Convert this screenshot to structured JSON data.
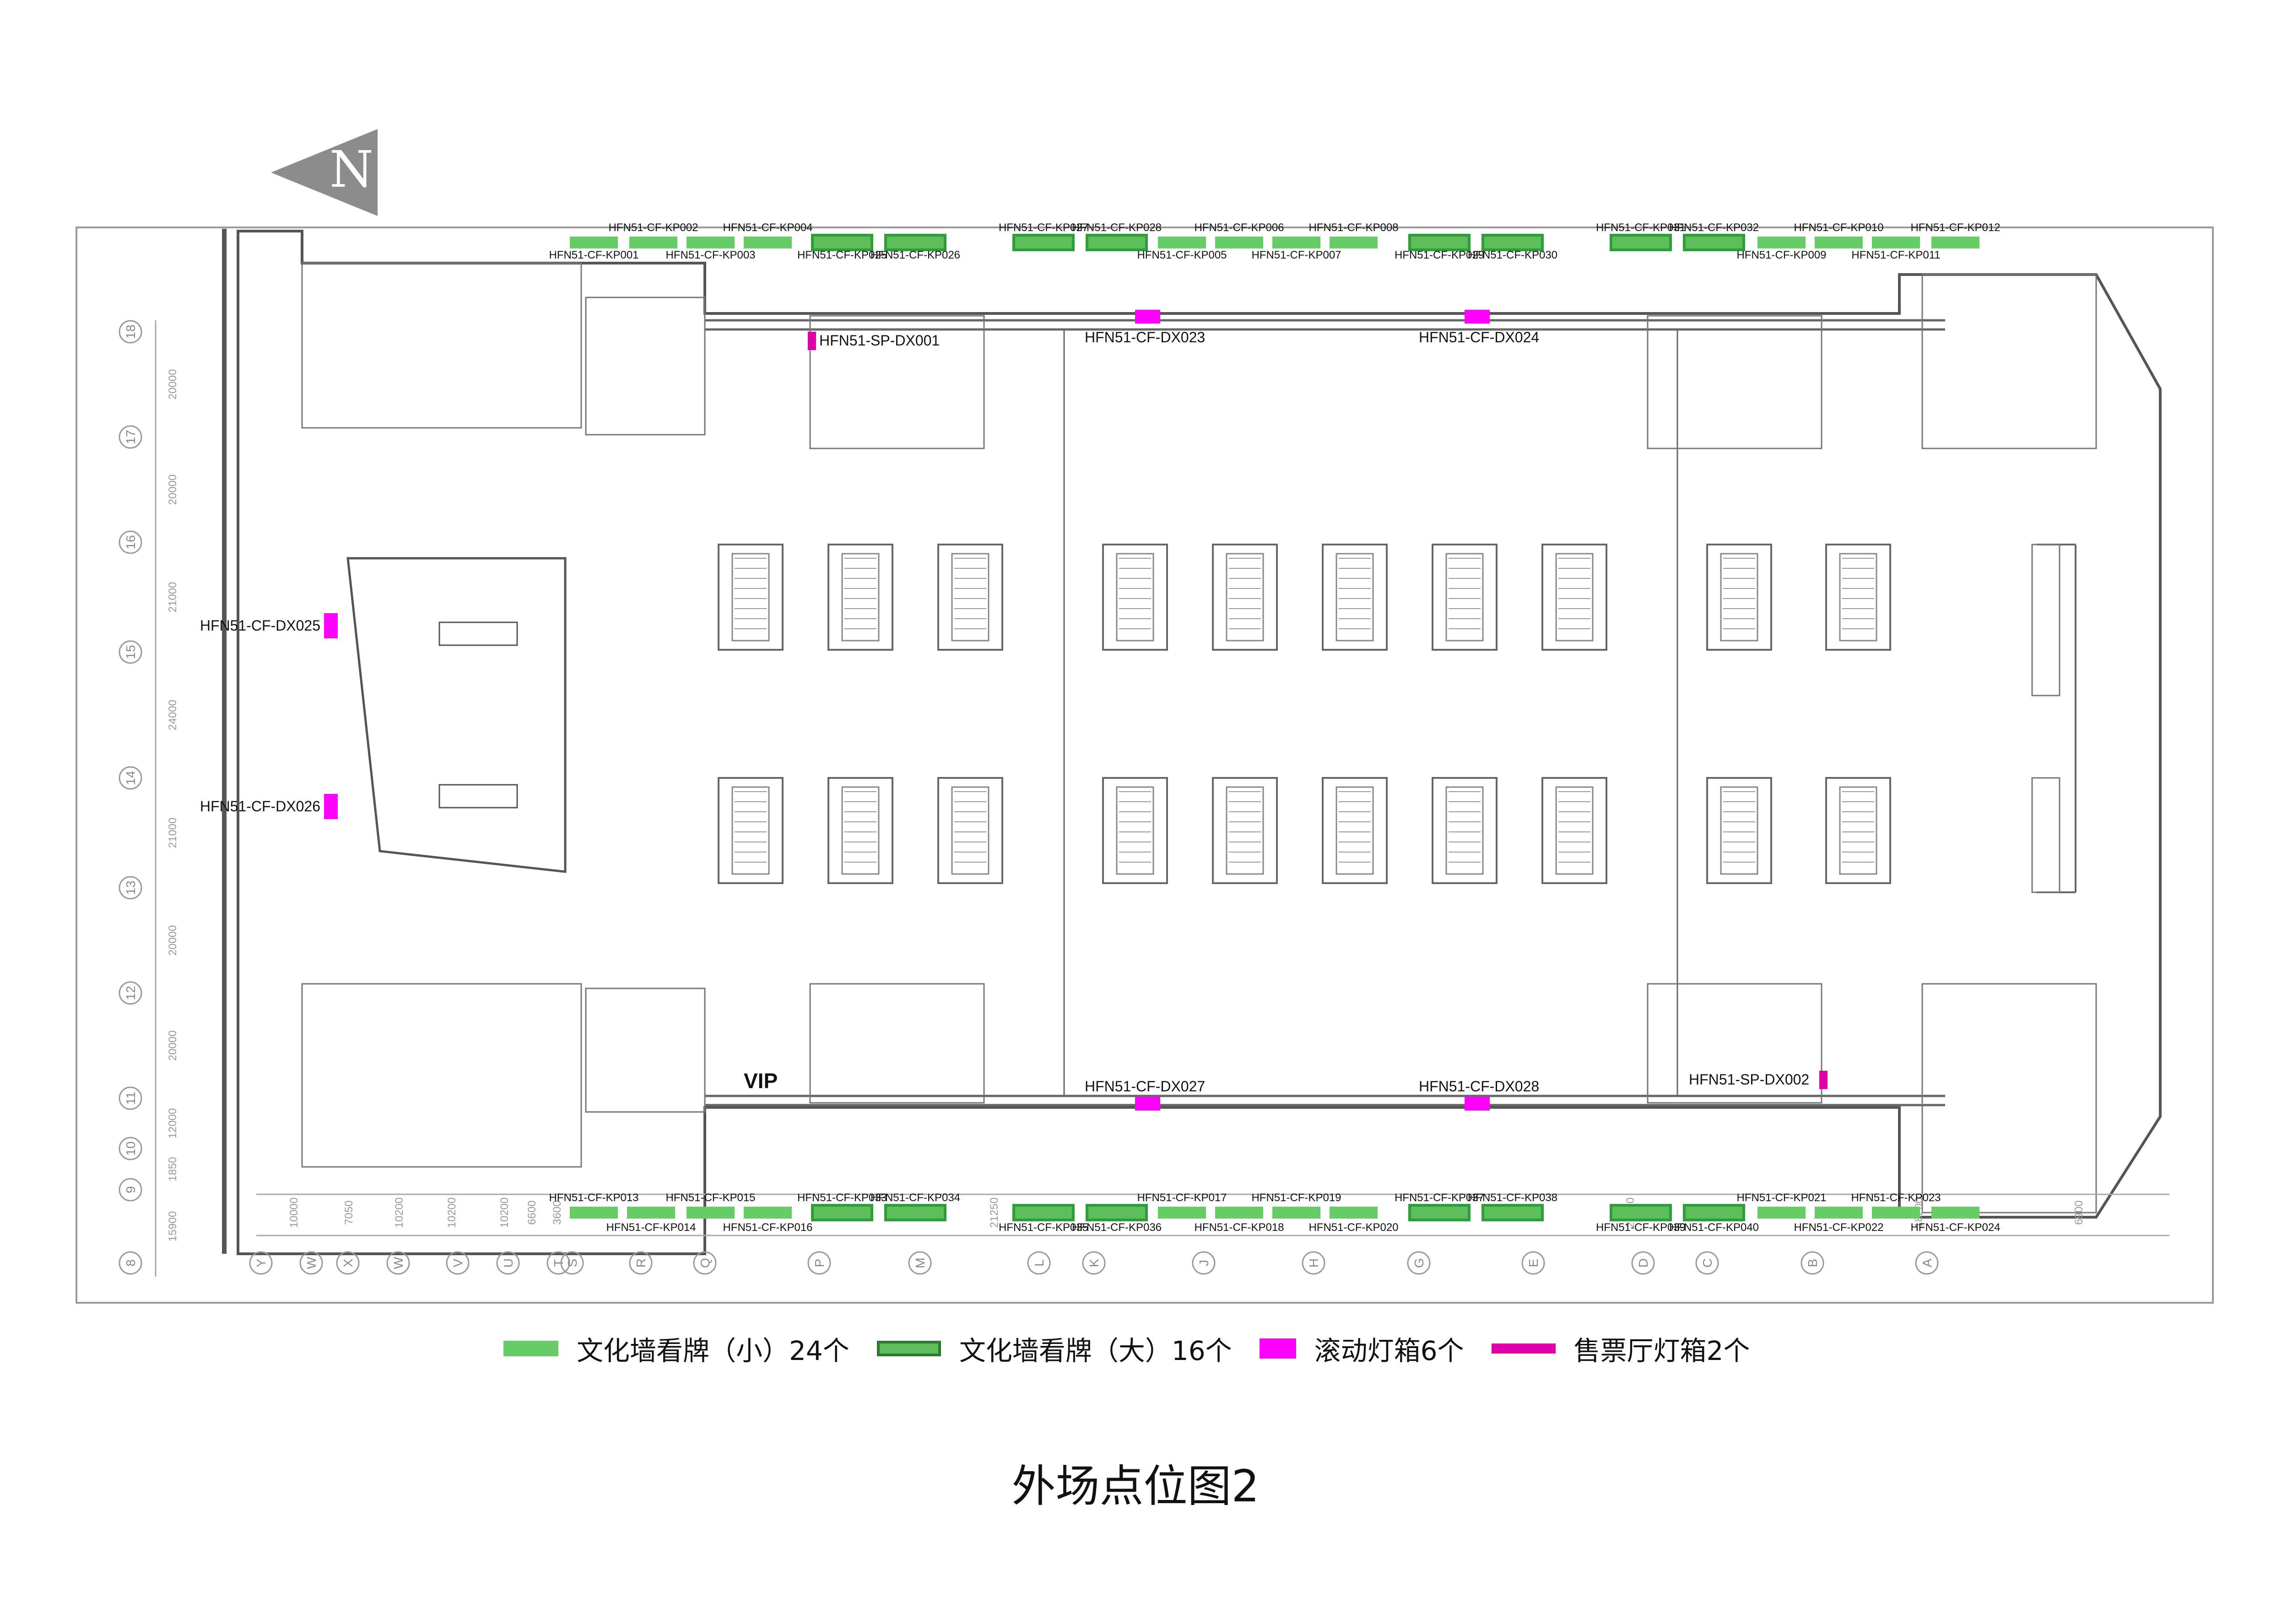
{
  "title": "外场点位图2",
  "compass": {
    "label": "N"
  },
  "colors": {
    "small_board": "#66cc66",
    "large_board": "#2e9e3a",
    "large_board_fill": "#5cbf5c",
    "scroll_lightbox": "#ff00ff",
    "ticket_lightbox": "#e000a8",
    "plan_line": "#555555",
    "frame": "#888888"
  },
  "legend": [
    {
      "type": "small_board",
      "label": "文化墙看牌（小）24个"
    },
    {
      "type": "large_board",
      "label": "文化墙看牌（大）16个"
    },
    {
      "type": "scroll_lightbox",
      "label": "滚动灯箱6个"
    },
    {
      "type": "ticket_lightbox",
      "label": "售票厅灯箱2个"
    }
  ],
  "boards_top": [
    {
      "id": "HFN51-CF-KP001",
      "type": "small",
      "label_pos": "below"
    },
    {
      "id": "HFN51-CF-KP002",
      "type": "small",
      "label_pos": "above"
    },
    {
      "id": "HFN51-CF-KP003",
      "type": "small",
      "label_pos": "below"
    },
    {
      "id": "HFN51-CF-KP004",
      "type": "small",
      "label_pos": "above"
    },
    {
      "id": "HFN51-CF-KP025",
      "type": "large",
      "label_pos": "below"
    },
    {
      "id": "HFN51-CF-KP026",
      "type": "large",
      "label_pos": "below"
    },
    {
      "id": "HFN51-CF-KP027",
      "type": "large",
      "label_pos": "above"
    },
    {
      "id": "HFN51-CF-KP028",
      "type": "large",
      "label_pos": "above"
    },
    {
      "id": "HFN51-CF-KP005",
      "type": "small",
      "label_pos": "below"
    },
    {
      "id": "HFN51-CF-KP006",
      "type": "small",
      "label_pos": "above"
    },
    {
      "id": "HFN51-CF-KP007",
      "type": "small",
      "label_pos": "below"
    },
    {
      "id": "HFN51-CF-KP008",
      "type": "small",
      "label_pos": "above"
    },
    {
      "id": "HFN51-CF-KP029",
      "type": "large",
      "label_pos": "below"
    },
    {
      "id": "HFN51-CF-KP030",
      "type": "large",
      "label_pos": "below"
    },
    {
      "id": "HFN51-CF-KP031",
      "type": "large",
      "label_pos": "above"
    },
    {
      "id": "HFN51-CF-KP032",
      "type": "large",
      "label_pos": "above"
    },
    {
      "id": "HFN51-CF-KP009",
      "type": "small",
      "label_pos": "below"
    },
    {
      "id": "HFN51-CF-KP010",
      "type": "small",
      "label_pos": "above"
    },
    {
      "id": "HFN51-CF-KP011",
      "type": "small",
      "label_pos": "below"
    },
    {
      "id": "HFN51-CF-KP012",
      "type": "small",
      "label_pos": "above"
    }
  ],
  "boards_bottom": [
    {
      "id": "HFN51-CF-KP013",
      "type": "small",
      "label_pos": "above"
    },
    {
      "id": "HFN51-CF-KP014",
      "type": "small",
      "label_pos": "below"
    },
    {
      "id": "HFN51-CF-KP015",
      "type": "small",
      "label_pos": "above"
    },
    {
      "id": "HFN51-CF-KP016",
      "type": "small",
      "label_pos": "below"
    },
    {
      "id": "HFN51-CF-KP033",
      "type": "large",
      "label_pos": "above"
    },
    {
      "id": "HFN51-CF-KP034",
      "type": "large",
      "label_pos": "above"
    },
    {
      "id": "HFN51-CF-KP035",
      "type": "large",
      "label_pos": "below"
    },
    {
      "id": "HFN51-CF-KP036",
      "type": "large",
      "label_pos": "below"
    },
    {
      "id": "HFN51-CF-KP017",
      "type": "small",
      "label_pos": "above"
    },
    {
      "id": "HFN51-CF-KP018",
      "type": "small",
      "label_pos": "below"
    },
    {
      "id": "HFN51-CF-KP019",
      "type": "small",
      "label_pos": "above"
    },
    {
      "id": "HFN51-CF-KP020",
      "type": "small",
      "label_pos": "below"
    },
    {
      "id": "HFN51-CF-KP037",
      "type": "large",
      "label_pos": "above"
    },
    {
      "id": "HFN51-CF-KP038",
      "type": "large",
      "label_pos": "above"
    },
    {
      "id": "HFN51-CF-KP039",
      "type": "large",
      "label_pos": "below"
    },
    {
      "id": "HFN51-CF-KP040",
      "type": "large",
      "label_pos": "below"
    },
    {
      "id": "HFN51-CF-KP021",
      "type": "small",
      "label_pos": "above"
    },
    {
      "id": "HFN51-CF-KP022",
      "type": "small",
      "label_pos": "below"
    },
    {
      "id": "HFN51-CF-KP023",
      "type": "small",
      "label_pos": "above"
    },
    {
      "id": "HFN51-CF-KP024",
      "type": "small",
      "label_pos": "below"
    }
  ],
  "lightboxes": [
    {
      "id": "HFN51-SP-DX001",
      "type": "ticket"
    },
    {
      "id": "HFN51-CF-DX023",
      "type": "scroll"
    },
    {
      "id": "HFN51-CF-DX024",
      "type": "scroll"
    },
    {
      "id": "HFN51-CF-DX025",
      "type": "scroll"
    },
    {
      "id": "HFN51-CF-DX026",
      "type": "scroll"
    },
    {
      "id": "HFN51-CF-DX027",
      "type": "scroll"
    },
    {
      "id": "HFN51-CF-DX028",
      "type": "scroll"
    },
    {
      "id": "HFN51-SP-DX002",
      "type": "ticket"
    }
  ],
  "plan_text": {
    "vip": "VIP"
  },
  "axis_left": {
    "labels": [
      "18",
      "17",
      "16",
      "15",
      "14",
      "13",
      "12",
      "11",
      "10",
      "9",
      "8"
    ],
    "dims": [
      "20000",
      "20000",
      "21000",
      "24000",
      "21000",
      "20000",
      "20000",
      "12000",
      "1850",
      "15900"
    ]
  },
  "axis_bottom": {
    "labels": [
      "Y",
      "W",
      "X",
      "W",
      "V",
      "U",
      "T",
      "S",
      "R",
      "Q",
      "P",
      "M",
      "L",
      "K",
      "J",
      "H",
      "G",
      "E",
      "D",
      "C",
      "B",
      "A"
    ],
    "dims": [
      "10000",
      "7050",
      "10200",
      "10200",
      "10200",
      "6600",
      "3600",
      "21250",
      "21250",
      "18200",
      "6900"
    ]
  }
}
